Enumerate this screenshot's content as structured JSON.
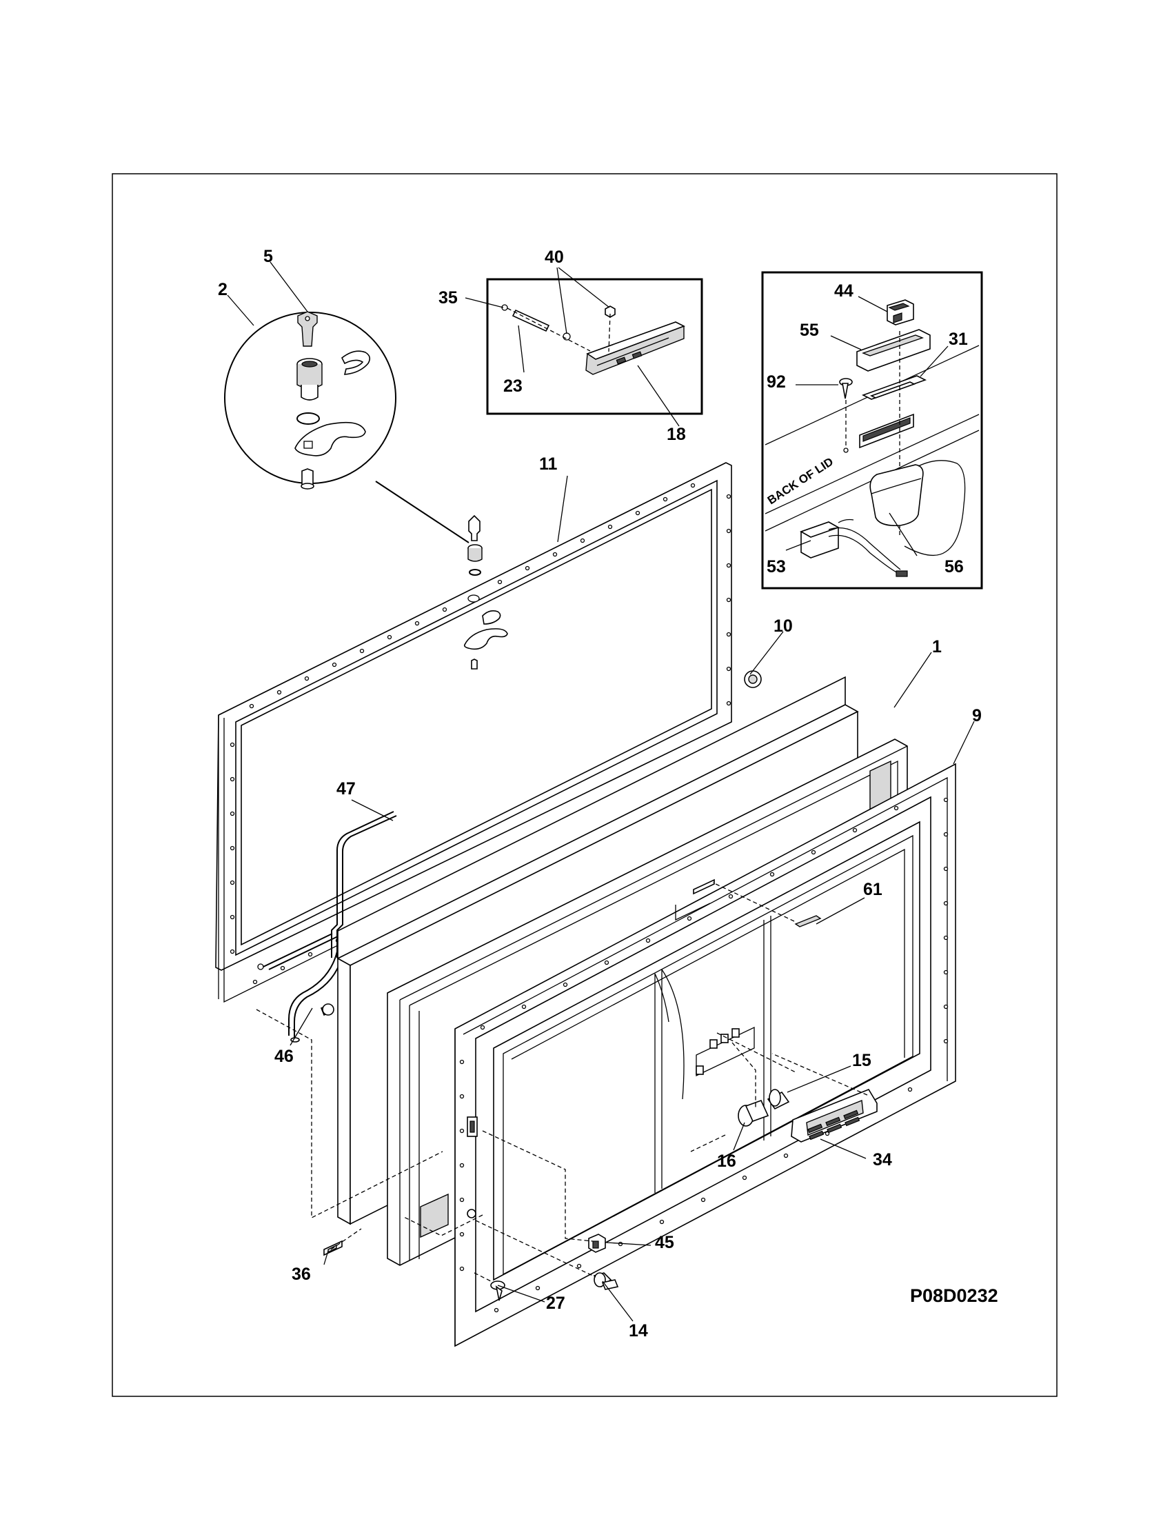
{
  "drawing_id": "P08D0232",
  "inset_label": "BACK OF LID",
  "callouts": [
    "1",
    "2",
    "5",
    "9",
    "10",
    "11",
    "14",
    "15",
    "16",
    "18",
    "23",
    "27",
    "31",
    "34",
    "35",
    "36",
    "40",
    "44",
    "45",
    "46",
    "47",
    "53",
    "55",
    "56",
    "61",
    "92"
  ]
}
